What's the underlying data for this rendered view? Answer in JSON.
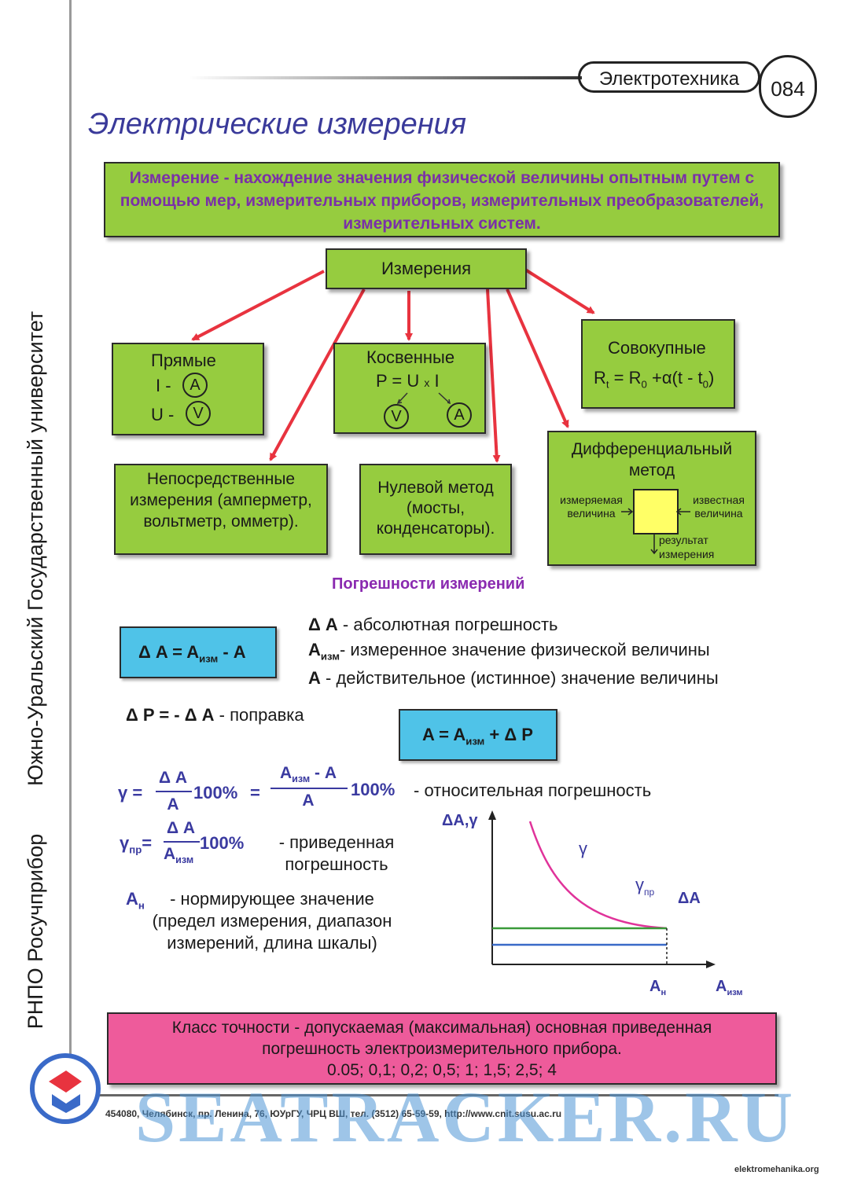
{
  "header": {
    "subject": "Электротехника",
    "page_number": "084"
  },
  "page_title": "Электрические измерения",
  "definition": "Измерение - нахождение значения физической величины опытным путем с помощью мер, измерительных приборов, измерительных преобразователей, измерительных систем.",
  "sidebar": {
    "university": "Южно-Уральский Государственный университет",
    "org": "РНПО Росучприбор"
  },
  "diagram": {
    "root": "Измерения",
    "direct": {
      "title": "Прямые",
      "i": "I -",
      "u": "U -",
      "ammeter": "A",
      "voltmeter": "V"
    },
    "indirect": {
      "title": "Косвенные",
      "formula_a": "P = U",
      "formula_x": "x",
      "formula_b": "I",
      "voltmeter": "V",
      "ammeter": "A"
    },
    "cumulative": {
      "title": "Совокупные",
      "formula": "R",
      "sub_t": "t",
      "eq": " = R",
      "sub_0": "0",
      "rest": " +α(t - t",
      "sub_0b": "0",
      "end": ")"
    },
    "immediate": "Непосредственные измерения (амперметр, вольтметр, омметр).",
    "null_method": "Нулевой метод (мосты, конденсаторы).",
    "differential": {
      "title": "Дифференциальный метод",
      "measured": "измеряемая величина",
      "known": "известная величина",
      "result": "результат измерения"
    }
  },
  "errors": {
    "heading": "Погрешности измерений",
    "formula_abs": {
      "lhs": "Δ A = A",
      "sub": "изм",
      "rhs": " - A"
    },
    "def_abs": {
      "sym": "Δ A",
      "text": " - абсолютная погрешность"
    },
    "def_meas": {
      "sym": "A",
      "sub": "изм",
      "text": "- измеренное значение физической величины"
    },
    "def_true": {
      "sym": "A",
      "text": " - действительное (истинное) значение  величины"
    },
    "correction": {
      "sym": "Δ P = - Δ A",
      "text": "  - поправка"
    },
    "formula_true": {
      "lhs": "A = A",
      "sub": "изм",
      "rhs": " + Δ P"
    },
    "relative": {
      "gamma": "γ =",
      "num1": "Δ A",
      "den1": "A",
      "pct1": "100%",
      "eq": "=",
      "num2": "A",
      "num2_sub": "изм",
      "num2_rest": " - A",
      "den2": "A",
      "pct2": "100%",
      "text": "- относительная погрешность"
    },
    "reduced": {
      "gamma": "γ",
      "sub": "пр",
      "eq": "=",
      "num": "Δ A",
      "den": "A",
      "den_sub": "изм",
      "pct": "100%",
      "text": "- приведенная погрешность"
    },
    "normalizing": {
      "sym": "A",
      "sub": "н",
      "text": " -  нормирующее значение (предел измерения, диапазон измерений, длина шкалы)"
    }
  },
  "chart_data": {
    "type": "line",
    "ylabel": "ΔA,γ",
    "xlabel": "A",
    "xlabel_sub": "изм",
    "x_marker": "A",
    "x_marker_sub": "н",
    "series": [
      {
        "name": "γ",
        "color": "#e0339a"
      },
      {
        "name": "γ",
        "name_sub": "пр",
        "color": "#3a9a3a"
      },
      {
        "name": "ΔA",
        "color": "#3a6ac8"
      }
    ]
  },
  "accuracy_class": {
    "line1": "Класс точности - допускаемая (максимальная) основная приведенная",
    "line2": "погрешность электроизмерительного прибора.",
    "values": "0.05; 0,1; 0,2; 0,5; 1; 1,5; 2,5; 4"
  },
  "footer": {
    "address": "454080, Челябинск, пр. Ленина, 76, ЮУрГУ, ЧРЦ ВШ, тел. (3512) 65-59-59, http://www.cnit.susu.ac.ru",
    "watermark": "SEATRACKER.RU",
    "site": "elektromehanika.org"
  },
  "colors": {
    "green": "#96cc3f",
    "cyan": "#4fc3e8",
    "pink": "#ee5b9b",
    "arrow": "#e8333f",
    "title": "#3a3a9a",
    "heading": "#8a2ab0"
  }
}
